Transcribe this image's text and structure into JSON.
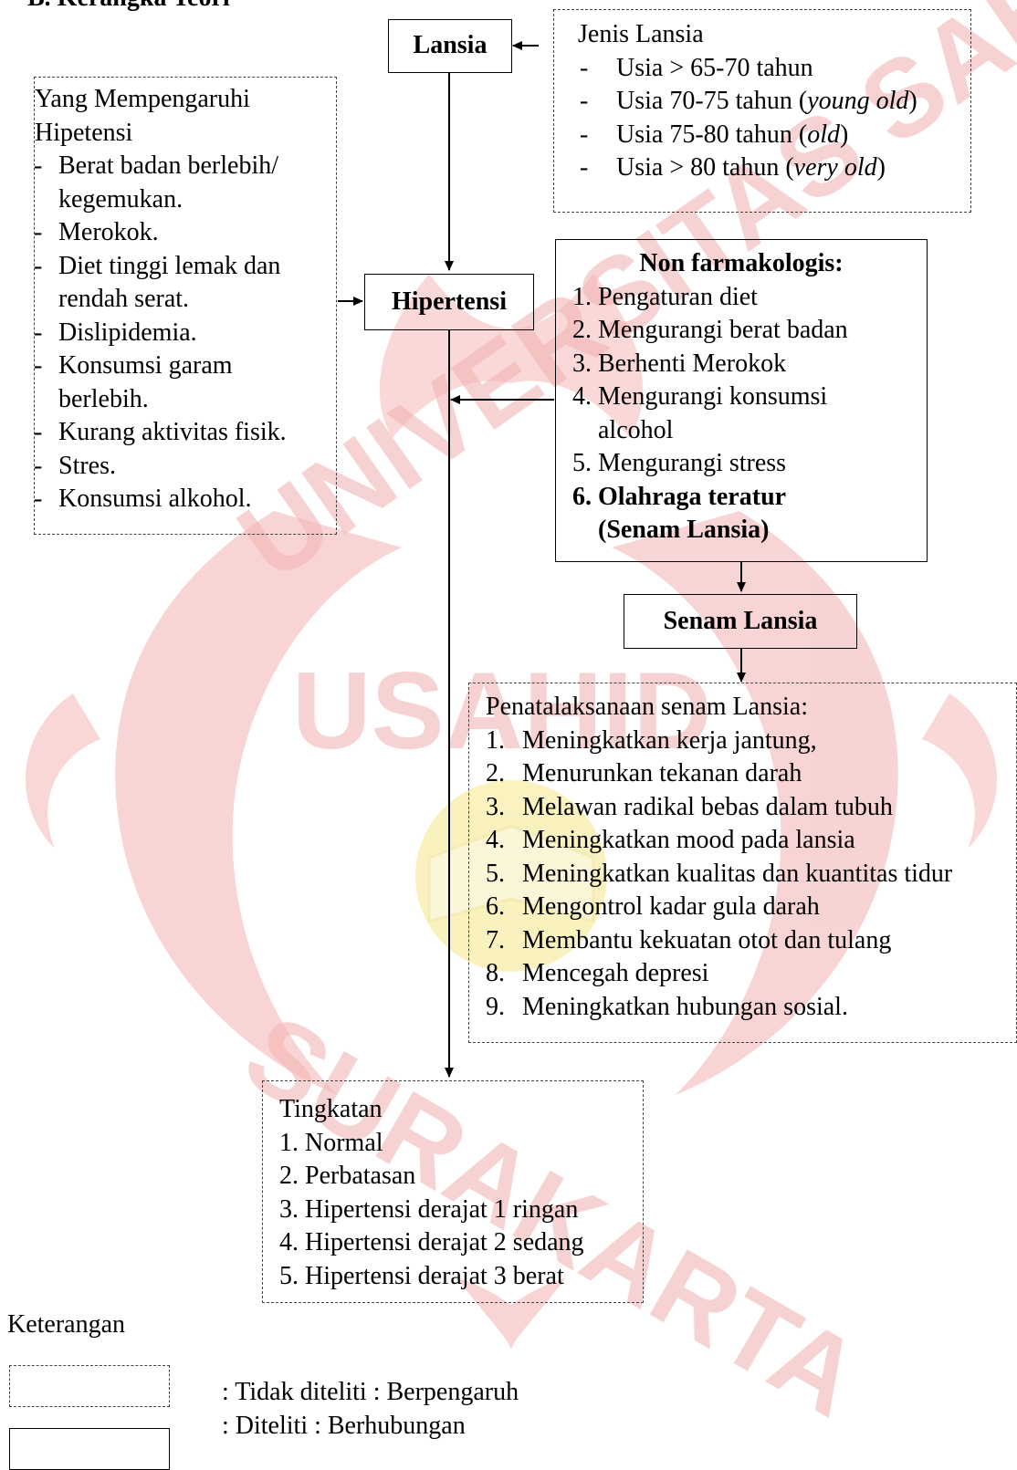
{
  "heading": "B. Kerangka Teori",
  "watermark": {
    "text_top": "UNIVERSITAS SAHID",
    "text_mid": "USAHID",
    "text_bottom": "SURAKARTA",
    "color_red": "#f2a1a1",
    "color_gold": "#f4e27a"
  },
  "nodes": {
    "lansia": {
      "label": "Lansia"
    },
    "hipertensi": {
      "label": "Hipertensi"
    },
    "senam_lansia": {
      "label": "Senam Lansia"
    }
  },
  "jenis_lansia": {
    "title": "Jenis Lansia",
    "items": [
      {
        "dash": "-",
        "pre": "Usia > 65-70 tahun",
        "em": "",
        "post": ""
      },
      {
        "dash": "-",
        "pre": "Usia 70-75 tahun (",
        "em": "young old",
        "post": ")"
      },
      {
        "dash": "-",
        "pre": "Usia 75-80 tahun (",
        "em": "old",
        "post": ")"
      },
      {
        "dash": "-",
        "pre": "Usia > 80 tahun (",
        "em": "very old",
        "post": ")"
      }
    ]
  },
  "mempengaruhi": {
    "title_lines": [
      "Yang Mempengaruhi",
      "Hipetensi"
    ],
    "items": [
      {
        "dash": "-",
        "lines": [
          "Berat badan berlebih/",
          "kegemukan."
        ]
      },
      {
        "dash": "-",
        "lines": [
          "Merokok."
        ]
      },
      {
        "dash": "-",
        "lines": [
          "Diet tinggi lemak dan",
          "rendah serat."
        ]
      },
      {
        "dash": "-",
        "lines": [
          "Dislipidemia."
        ]
      },
      {
        "dash": "-",
        "lines": [
          "Konsumsi garam",
          "berlebih."
        ]
      },
      {
        "dash": "-",
        "lines": [
          "Kurang aktivitas fisik."
        ]
      },
      {
        "dash": "-",
        "lines": [
          "Stres."
        ]
      },
      {
        "dash": "-",
        "lines": [
          "Konsumsi alkohol."
        ]
      }
    ]
  },
  "non_farmakologis": {
    "title": "Non farmakologis:",
    "items": [
      {
        "lines": [
          "1. Pengaturan diet"
        ],
        "bold": false
      },
      {
        "lines": [
          "2. Mengurangi berat badan"
        ],
        "bold": false
      },
      {
        "lines": [
          "3. Berhenti Merokok"
        ],
        "bold": false
      },
      {
        "lines": [
          "4. Mengurangi konsumsi",
          "alcohol"
        ],
        "bold": false
      },
      {
        "lines": [
          "5. Mengurangi stress"
        ],
        "bold": false
      },
      {
        "lines": [
          "6. Olahraga teratur",
          "(Senam Lansia)"
        ],
        "bold": true
      }
    ]
  },
  "penatalaksanaan": {
    "title": "Penatalaksanaan senam Lansia:",
    "items": [
      {
        "num": "1.",
        "text": "Meningkatkan kerja jantung,"
      },
      {
        "num": "2.",
        "text": "Menurunkan tekanan darah"
      },
      {
        "num": "3.",
        "text": "Melawan radikal bebas dalam tubuh"
      },
      {
        "num": "4.",
        "text": "Meningkatkan mood pada lansia"
      },
      {
        "num": "5.",
        "text": "Meningkatkan kualitas dan kuantitas tidur"
      },
      {
        "num": "6.",
        "text": "Mengontrol kadar gula darah"
      },
      {
        "num": "7.",
        "text": "Membantu kekuatan otot dan tulang"
      },
      {
        "num": "8.",
        "text": "Mencegah depresi"
      },
      {
        "num": "9.",
        "text": "Meningkatkan hubungan sosial."
      }
    ]
  },
  "tingkatan": {
    "title": "Tingkatan",
    "items": [
      "1. Normal",
      "2. Perbatasan",
      "3. Hipertensi derajat 1 ringan",
      "4. Hipertensi derajat 2 sedang",
      "5. Hipertensi derajat 3 berat"
    ]
  },
  "legend": {
    "title": "Keterangan",
    "dotted_label": ": Tidak diteliti : Berpengaruh",
    "solid_label": ": Diteliti : Berhubungan"
  }
}
